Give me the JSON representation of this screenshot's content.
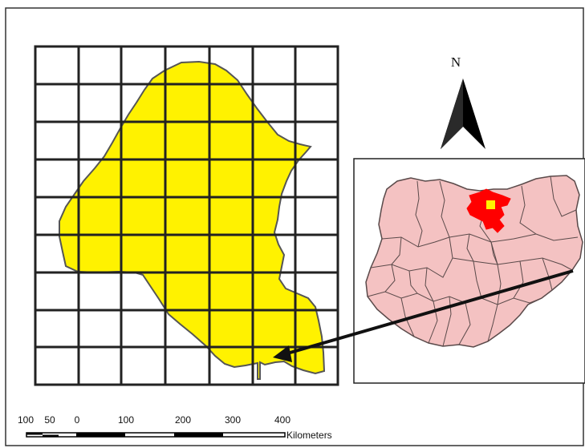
{
  "north_arrow": {
    "label": "N"
  },
  "scale_bar": {
    "ticks": [
      "100",
      "50",
      "0",
      "100",
      "200",
      "300",
      "400"
    ],
    "unit_label": "Kilometers"
  },
  "study_area": {
    "fill_color": "#FFF200",
    "outline_color": "#555555"
  },
  "inset_map": {
    "state_fill_color": "#F4C2C2",
    "state_border_color": "#5a4a4a",
    "highlight_color": "#FF0000",
    "study_area_marker_color": "#FFF200"
  },
  "grid_color": "#222222",
  "arrow_color": "#111111"
}
